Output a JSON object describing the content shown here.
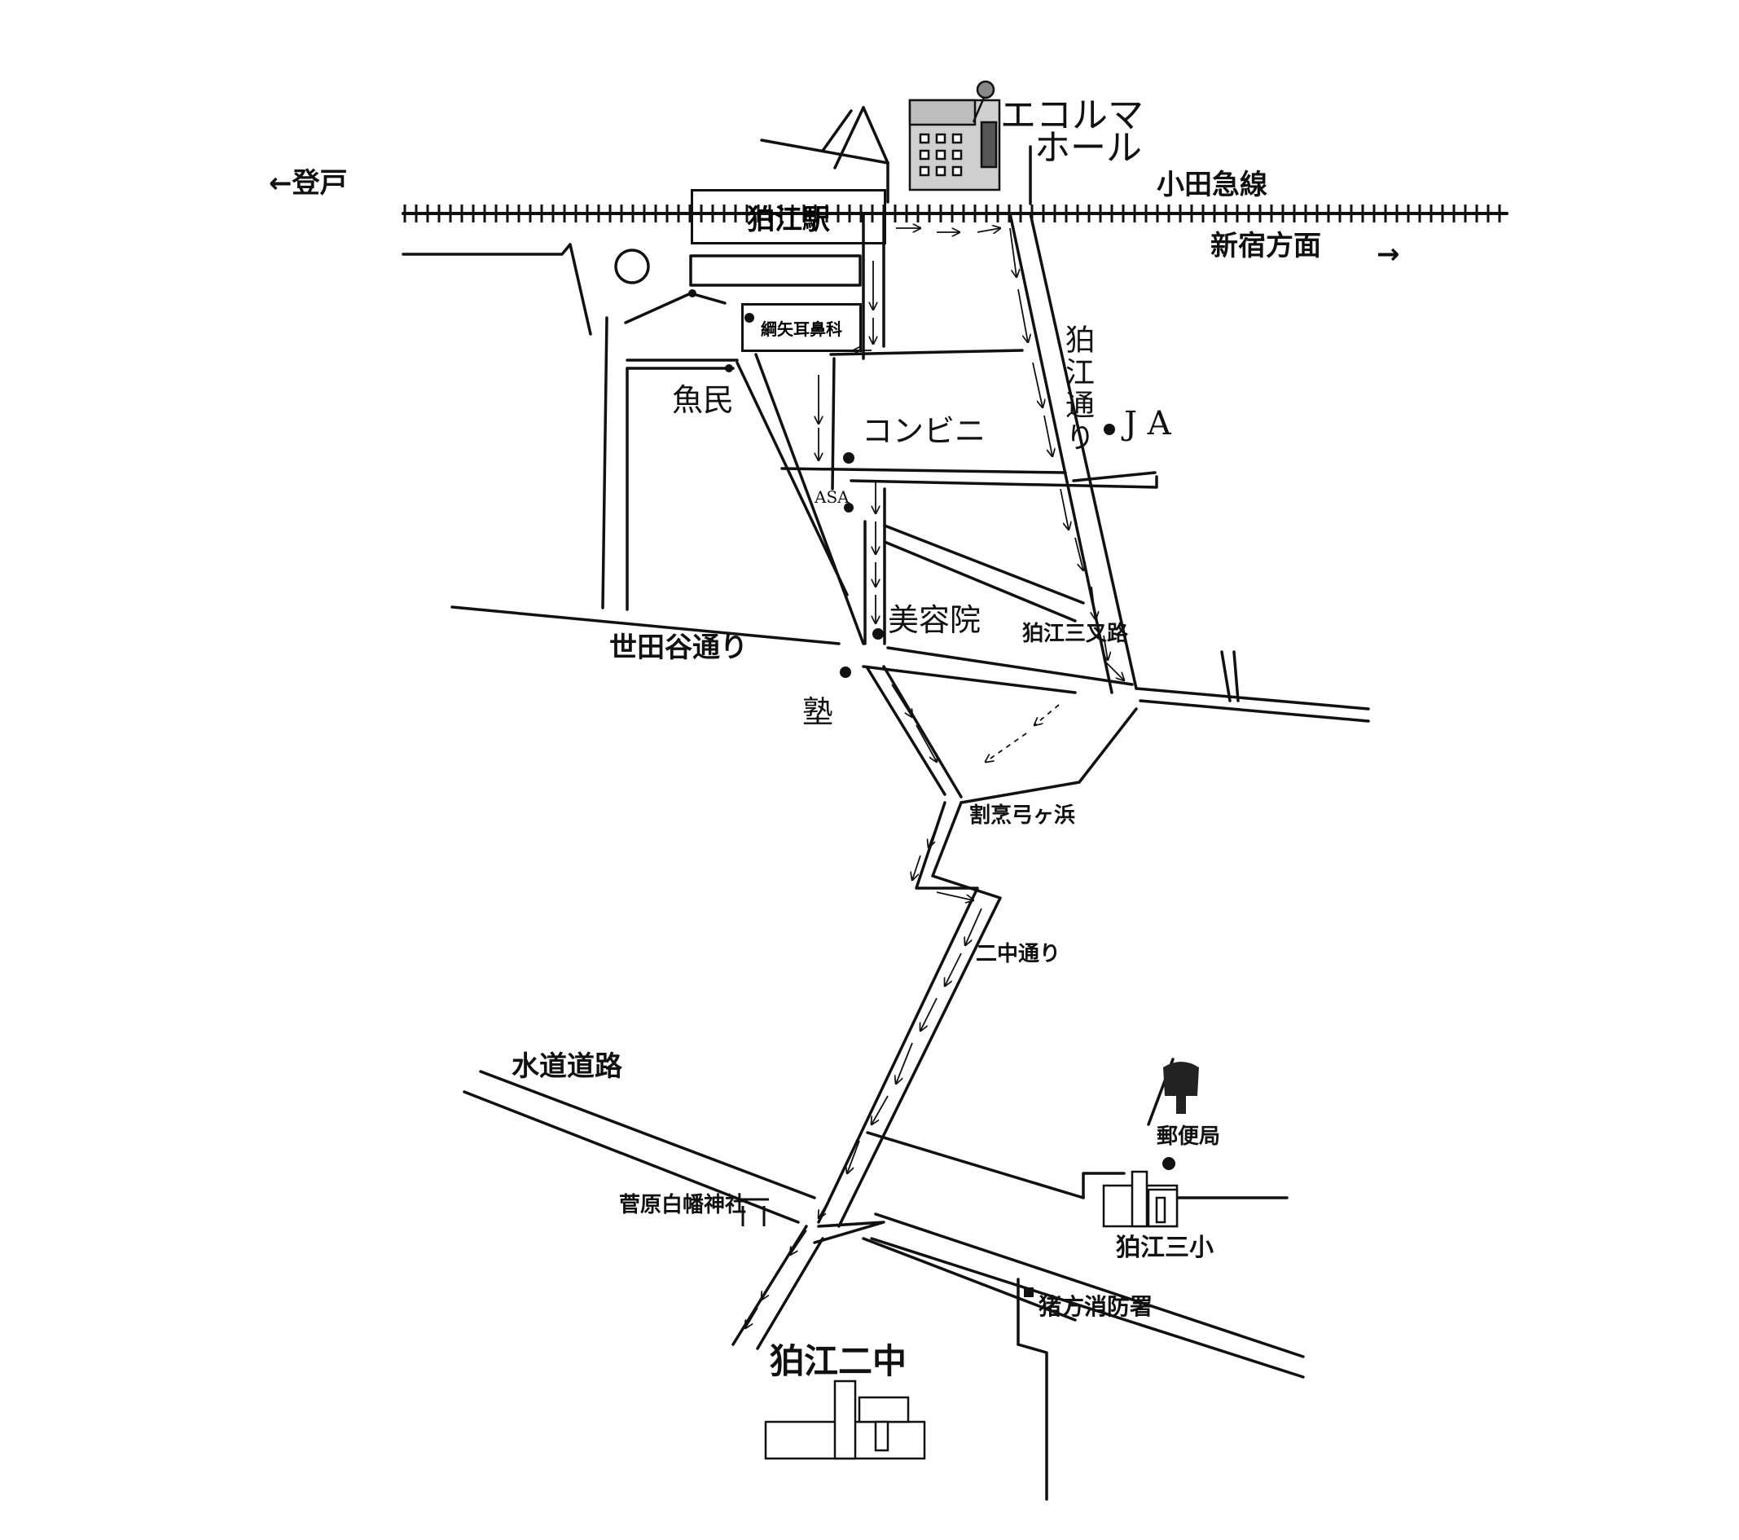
{
  "labels": {
    "ecolma_hall_line1": "エコルマ",
    "ecolma_hall_line2": "ホール",
    "to_noborito": "←登戸",
    "odakyu_line": "小田急線",
    "station": "狛江駅",
    "to_shinjuku": "新宿方面",
    "to_shinjuku_arrow": "→",
    "clinic": "綱矢耳鼻科",
    "komae_dori": "狛江通り",
    "ja": "J A",
    "uotami": "魚民",
    "convenience": "コンビニ",
    "asa": "ASA",
    "beauty_salon": "美容院",
    "komae_junction": "狛江三叉路",
    "setagaya_dori": "世田谷通り",
    "juku": "塾",
    "kappo": "割烹弓ヶ浜",
    "nichu_dori": "二中通り",
    "suido_road": "水道道路",
    "post_office": "郵便局",
    "shrine": "菅原白幡神社",
    "komae_sansho": "狛江三小",
    "fire_station": "猪方消防署",
    "komae_nichu": "狛江二中"
  },
  "icons": [
    "building-icon",
    "tree-icon",
    "school-icon",
    "torii-icon",
    "station-circle-icon"
  ],
  "colors": {
    "ink": "#111111",
    "background": "#ffffff"
  }
}
